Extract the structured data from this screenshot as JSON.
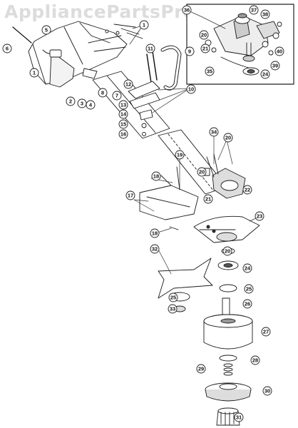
{
  "watermark": "AppliancePartsPros.com",
  "colors": {
    "line": "#1a1a1a",
    "fill": "#ffffff",
    "shade": "#9a9a9a",
    "watermark": "#dcdcdc"
  },
  "callouts": [
    "1",
    "2",
    "3",
    "4",
    "5",
    "6",
    "7",
    "8",
    "9",
    "10",
    "11",
    "12",
    "13",
    "14",
    "15",
    "16",
    "17",
    "18",
    "19",
    "20",
    "21",
    "22",
    "23",
    "24",
    "25",
    "26",
    "27",
    "28",
    "29",
    "30",
    "31",
    "32",
    "33",
    "34",
    "35",
    "36",
    "37",
    "38",
    "39",
    "40"
  ]
}
